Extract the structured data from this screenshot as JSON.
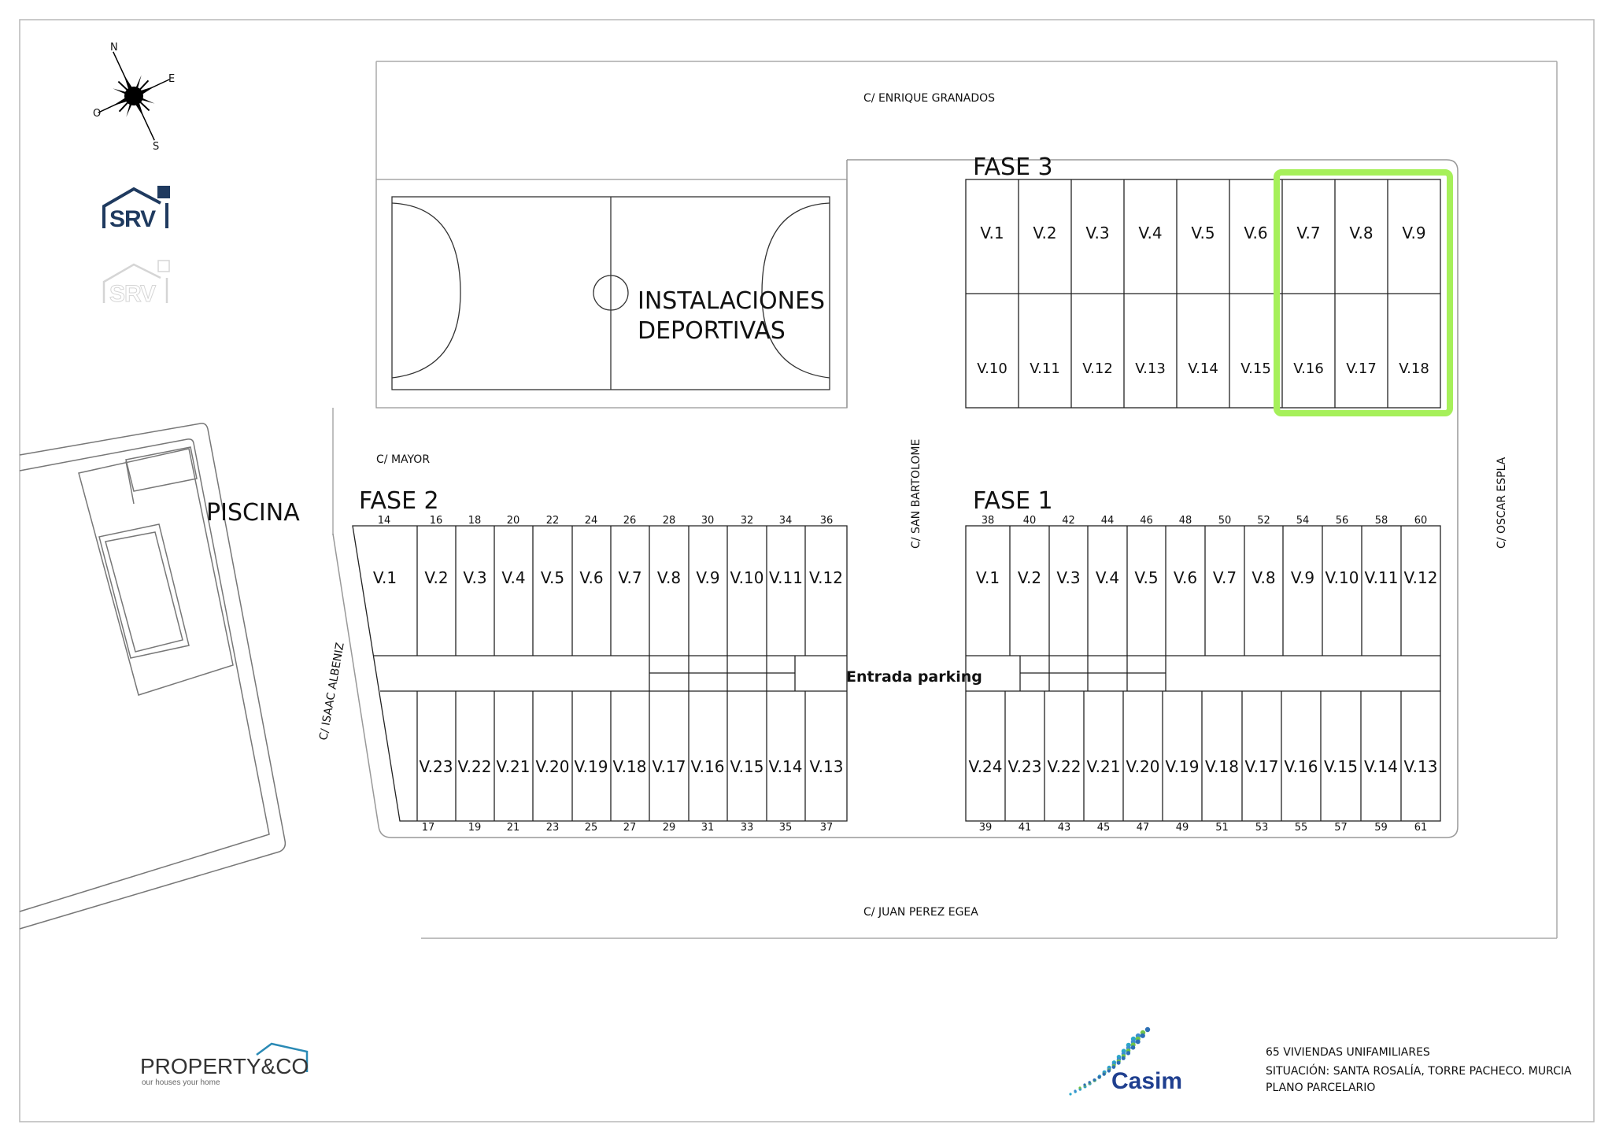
{
  "compass": {
    "north": "N",
    "east": "E",
    "south": "S",
    "west": "O"
  },
  "streets": {
    "north": "C/ ENRIQUE GRANADOS",
    "south": "C/ JUAN PEREZ EGEA",
    "mayor": "C/ MAYOR",
    "san_bartolome": "C/ SAN BARTOLOME",
    "oscar_espla": "C/ OSCAR ESPLA",
    "isaac_albeniz": "C/ ISAAC ALBENIZ"
  },
  "areas": {
    "sports_line1": "INSTALACIONES",
    "sports_line2": "DEPORTIVAS",
    "pool": "PISCINA",
    "parking": "Entrada parking"
  },
  "fase3": {
    "label": "FASE 3",
    "top_units": [
      "V.1",
      "V.2",
      "V.3",
      "V.4",
      "V.5",
      "V.6",
      "V.7",
      "V.8",
      "V.9"
    ],
    "bottom_units": [
      "V.10",
      "V.11",
      "V.12",
      "V.13",
      "V.14",
      "V.15",
      "V.16",
      "V.17",
      "V.18"
    ],
    "highlighted": [
      "V.7",
      "V.8",
      "V.9",
      "V.16",
      "V.17",
      "V.18"
    ],
    "highlight_color": "#a6f05a"
  },
  "fase2": {
    "label": "FASE 2",
    "top_numbers": [
      "14",
      "16",
      "18",
      "20",
      "22",
      "24",
      "26",
      "28",
      "30",
      "32",
      "34",
      "36"
    ],
    "top_units": [
      "V.1",
      "V.2",
      "V.3",
      "V.4",
      "V.5",
      "V.6",
      "V.7",
      "V.8",
      "V.9",
      "V.10",
      "V.11",
      "V.12"
    ],
    "bottom_units": [
      "V.23",
      "V.22",
      "V.21",
      "V.20",
      "V.19",
      "V.18",
      "V.17",
      "V.16",
      "V.15",
      "V.14",
      "V.13"
    ],
    "bottom_numbers": [
      "17",
      "19",
      "21",
      "23",
      "25",
      "27",
      "29",
      "31",
      "33",
      "35",
      "37"
    ]
  },
  "fase1": {
    "label": "FASE 1",
    "top_numbers": [
      "38",
      "40",
      "42",
      "44",
      "46",
      "48",
      "50",
      "52",
      "54",
      "56",
      "58",
      "60"
    ],
    "top_units": [
      "V.1",
      "V.2",
      "V.3",
      "V.4",
      "V.5",
      "V.6",
      "V.7",
      "V.8",
      "V.9",
      "V.10",
      "V.11",
      "V.12"
    ],
    "bottom_units": [
      "V.24",
      "V.23",
      "V.22",
      "V.21",
      "V.20",
      "V.19",
      "V.18",
      "V.17",
      "V.16",
      "V.15",
      "V.14",
      "V.13"
    ],
    "bottom_numbers": [
      "39",
      "41",
      "43",
      "45",
      "47",
      "49",
      "51",
      "53",
      "55",
      "57",
      "59",
      "61"
    ]
  },
  "logos": {
    "srv": "SRV",
    "property_main": "PROPERTY&CO",
    "property_tagline": "our houses your home",
    "casim": "Casim",
    "srv_color": "#1f3a5f",
    "property_accent": "#2a8ab5",
    "casim_color": "#1f3f8f"
  },
  "project_info": {
    "line1": "65 VIVIENDAS UNIFAMILIARES",
    "line2": "SITUACIÓN: SANTA ROSALÍA, TORRE PACHECO. MURCIA",
    "line3": "PLANO PARCELARIO"
  }
}
